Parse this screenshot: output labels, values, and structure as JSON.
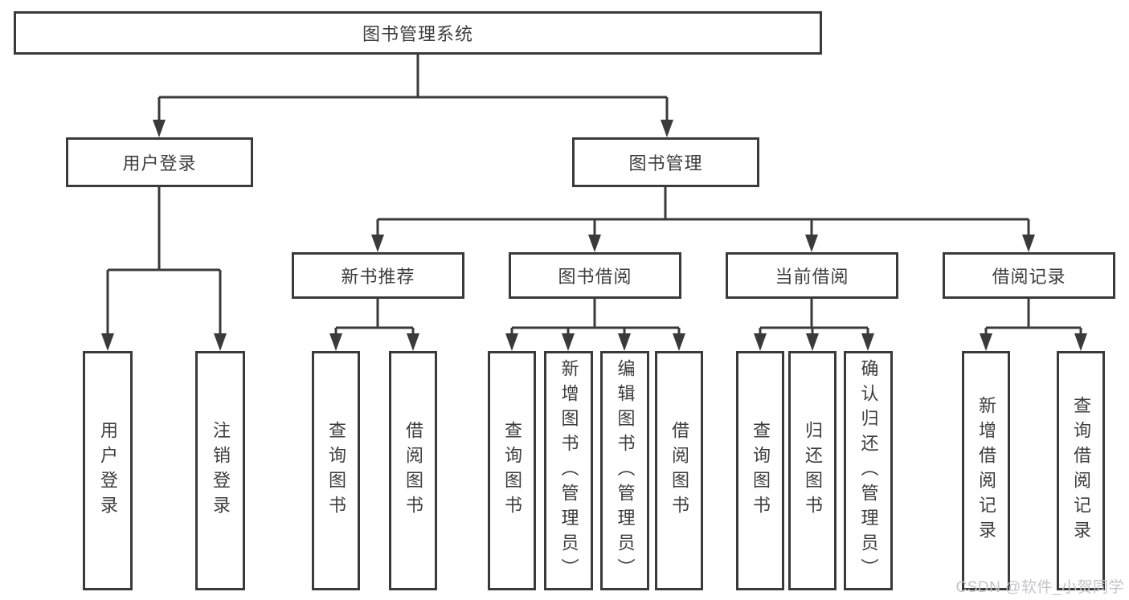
{
  "diagram_title": "图书管理系统",
  "tree": {
    "root": {
      "label": "图书管理系统",
      "children": [
        {
          "label": "用户登录",
          "children": [
            {
              "label": "用户登录"
            },
            {
              "label": "注销登录"
            }
          ]
        },
        {
          "label": "图书管理",
          "children": [
            {
              "label": "新书推荐",
              "children": [
                {
                  "label": "查询图书"
                },
                {
                  "label": "借阅图书"
                }
              ]
            },
            {
              "label": "图书借阅",
              "children": [
                {
                  "label": "查询图书"
                },
                {
                  "label": "新增图书（管理员）"
                },
                {
                  "label": "编辑图书（管理员）"
                },
                {
                  "label": "借阅图书"
                }
              ]
            },
            {
              "label": "当前借阅",
              "children": [
                {
                  "label": "查询图书"
                },
                {
                  "label": "归还图书"
                },
                {
                  "label": "确认归还（管理员）"
                }
              ]
            },
            {
              "label": "借阅记录",
              "children": [
                {
                  "label": "新增借阅记录"
                },
                {
                  "label": "查询借阅记录"
                }
              ]
            }
          ]
        }
      ]
    }
  },
  "watermark": "CSDN @软件_小贺同学",
  "colors": {
    "line": "#3a3a3a",
    "box_border": "#3a3a3a",
    "text": "#3d3d3d",
    "watermark": "#c4c4c7",
    "background": "#ffffff"
  }
}
